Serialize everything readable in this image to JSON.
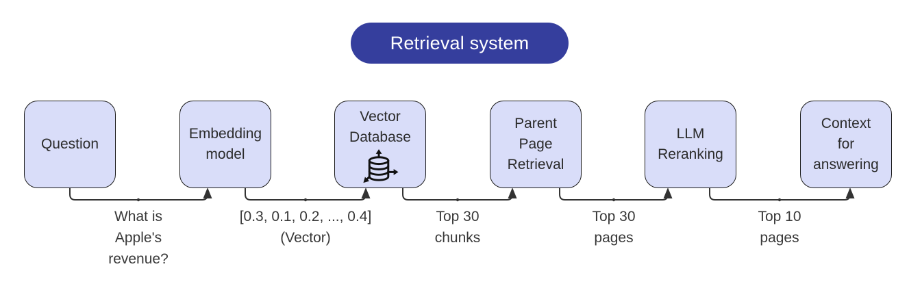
{
  "title": {
    "label": "Retrieval system"
  },
  "colors": {
    "pill_bg": "#353e9d",
    "pill_text": "#ffffff",
    "node_fill": "#d9ddf9",
    "node_border": "#1a1a1a",
    "edge_line": "#333333",
    "label_text": "#383838"
  },
  "nodes": [
    {
      "id": "question",
      "label": "Question"
    },
    {
      "id": "embedding-model",
      "label": "Embedding\nmodel"
    },
    {
      "id": "vector-database",
      "label": "Vector\nDatabase",
      "icon": "database-sync-icon"
    },
    {
      "id": "parent-page-retrieval",
      "label": "Parent\nPage\nRetrieval"
    },
    {
      "id": "llm-reranking",
      "label": "LLM\nReranking"
    },
    {
      "id": "context-for-answering",
      "label": "Context\nfor\nanswering"
    }
  ],
  "edges": [
    {
      "from": "question",
      "to": "embedding-model",
      "label": "What is\nApple's\nrevenue?"
    },
    {
      "from": "embedding-model",
      "to": "vector-database",
      "label": "[0.3, 0.1, 0.2, ..., 0.4]\n(Vector)"
    },
    {
      "from": "vector-database",
      "to": "parent-page-retrieval",
      "label": "Top 30\nchunks"
    },
    {
      "from": "parent-page-retrieval",
      "to": "llm-reranking",
      "label": "Top 30\npages"
    },
    {
      "from": "llm-reranking",
      "to": "context-for-answering",
      "label": "Top 10\npages"
    }
  ]
}
